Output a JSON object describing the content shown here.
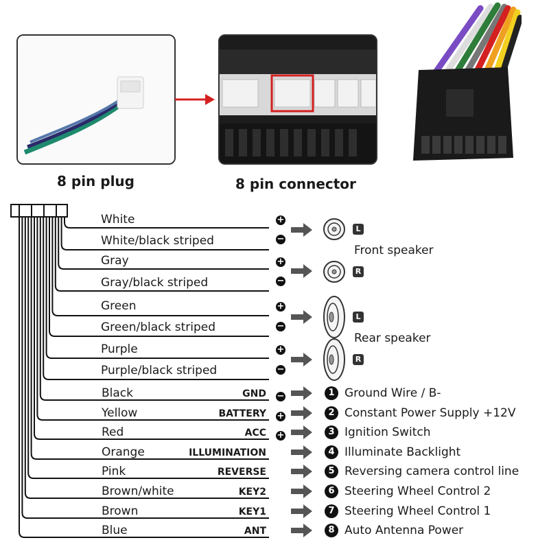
{
  "captions": {
    "plug": "8 pin plug",
    "connector": "8 pin connector"
  },
  "speakers": {
    "front": "Front speaker",
    "rear": "Rear speaker",
    "left_badge": "L",
    "right_badge": "R"
  },
  "speaker_wires": [
    {
      "label": "White",
      "polarity": "+"
    },
    {
      "label": "White/black striped",
      "polarity": "−"
    },
    {
      "label": "Gray",
      "polarity": "+"
    },
    {
      "label": "Gray/black striped",
      "polarity": "−"
    },
    {
      "label": "Green",
      "polarity": "+"
    },
    {
      "label": "Green/black striped",
      "polarity": "−"
    },
    {
      "label": "Purple",
      "polarity": "+"
    },
    {
      "label": "Purple/black striped",
      "polarity": "−"
    }
  ],
  "function_wires": [
    {
      "label": "Black",
      "code": "GND",
      "polarity": "−",
      "number": "1",
      "desc": "Ground Wire / B-"
    },
    {
      "label": "Yellow",
      "code": "BATTERY",
      "polarity": "+",
      "number": "2",
      "desc": "Constant Power Supply +12V"
    },
    {
      "label": "Red",
      "code": "ACC",
      "polarity": "+",
      "number": "3",
      "desc": "Ignition Switch"
    },
    {
      "label": "Orange",
      "code": "ILLUMINATION",
      "polarity": "",
      "number": "4",
      "desc": "Illuminate Backlight"
    },
    {
      "label": "Pink",
      "code": "REVERSE",
      "polarity": "",
      "number": "5",
      "desc": "Reversing camera control line"
    },
    {
      "label": "Brown/white",
      "code": "KEY2",
      "polarity": "",
      "number": "6",
      "desc": "Steering Wheel Control 2"
    },
    {
      "label": "Brown",
      "code": "KEY1",
      "polarity": "",
      "number": "7",
      "desc": "Steering Wheel Control 1"
    },
    {
      "label": "Blue",
      "code": "ANT",
      "polarity": "",
      "number": "8",
      "desc": "Auto  Antenna Power"
    }
  ],
  "colors": {
    "highlight": "#d42020",
    "arrow": "#555555",
    "wire": "#111111"
  }
}
